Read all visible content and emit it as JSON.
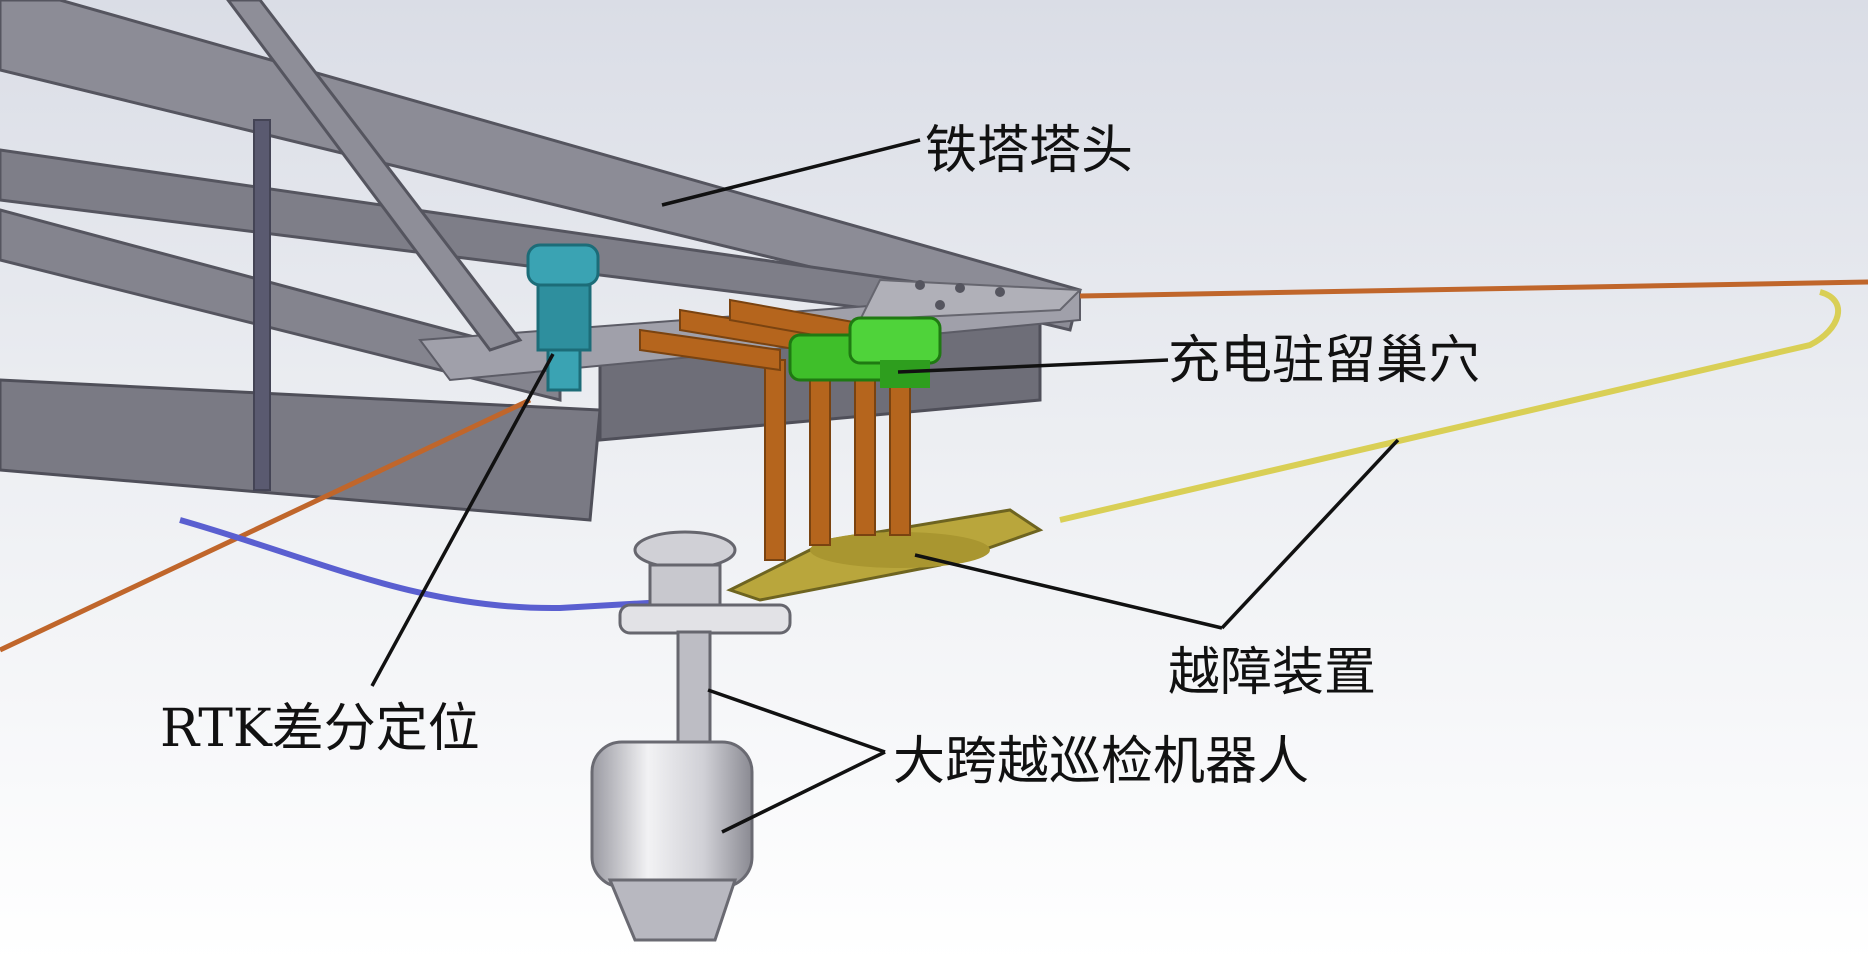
{
  "labels": {
    "tower_head": "铁塔塔头",
    "charging_nest": "充电驻留巢穴",
    "obstacle_device": "越障装置",
    "rtk": "RTK差分定位",
    "robot": "大跨越巡检机器人"
  },
  "colors": {
    "background_top": "#dfe2ea",
    "background_bottom": "#ffffff",
    "truss_steel": "#8a8a94",
    "truss_dark": "#5c5c66",
    "rtk_antenna": "#3aa3b3",
    "charging_nest": "#3fbf2a",
    "support_posts": "#b5651d",
    "obstacle_device": "#b9a63c",
    "conductor_yellow": "#d9cf55",
    "ground_wire_orange": "#c0662b",
    "cable_blue": "#5a5fd0",
    "robot_body": "#d8d8dc",
    "leader_line": "#111111"
  }
}
